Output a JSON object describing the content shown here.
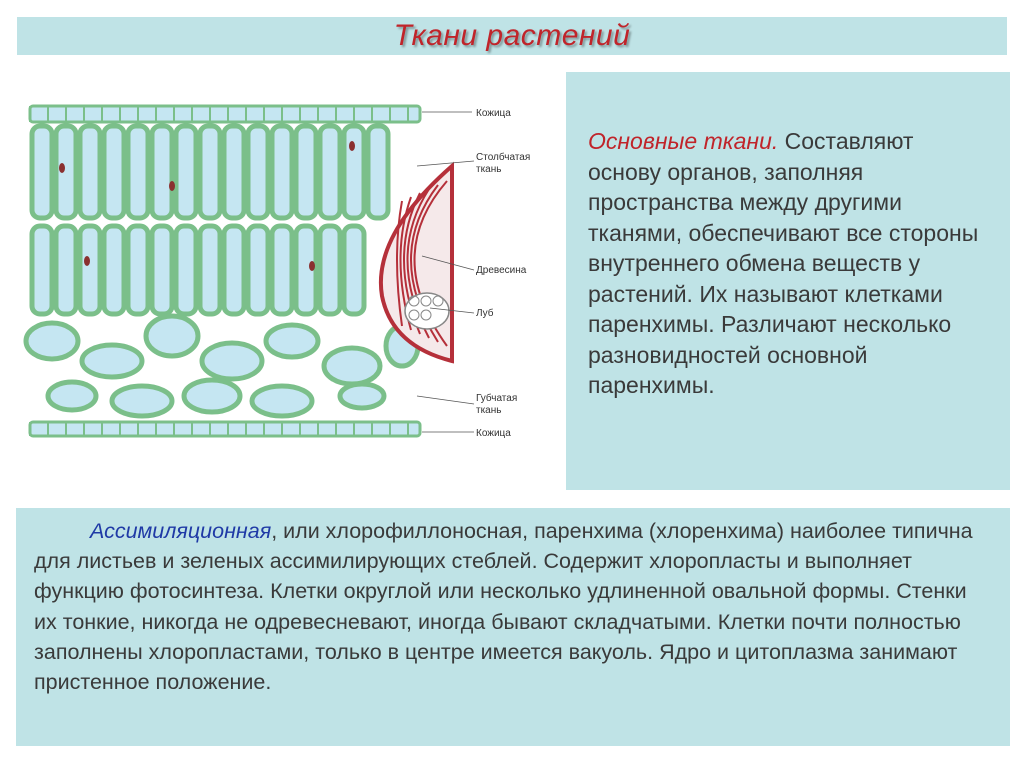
{
  "title": "Ткани растений",
  "diagram": {
    "labels": {
      "epidermis_top": "Кожица",
      "palisade_line1": "Столбчатая",
      "palisade_line2": "ткань",
      "xylem": "Древесина",
      "phloem": "Луб",
      "spongy_line1": "Губчатая",
      "spongy_line2": "ткань",
      "epidermis_bottom": "Кожица"
    }
  },
  "info": {
    "term": "Основные ткани.",
    "text": " Составляют основу органов, заполняя пространства между другими тканями, обеспечивают все стороны внутреннего обмена веществ у растений. Их называют клетками паренхимы. Различают несколько разновидностей основной паренхимы."
  },
  "bottom": {
    "term": "Ассимиляционная",
    "text": ", или хлорофиллоносная, паренхима (хлоренхима) наиболее типична для листьев и зеленых ассимилирующих стеблей. Содержит хлоропласты и выполняет функцию фотосинтеза. Клетки округлой или несколько удлиненной овальной формы. Стенки их тонкие, никогда не одревесневают, иногда бывают складчатыми. Клетки почти полностью заполнены хлоропластами, только в центре имеется вакуоль. Ядро и цитоплазма занимают пристенное положение."
  },
  "colors": {
    "panel_bg": "#bfe3e6",
    "title_red": "#c0242a",
    "term_blue": "#1f3aa6",
    "cell_green": "#7bbf8a",
    "cell_inner": "#c5e6f2",
    "xylem_red": "#b5303a"
  }
}
